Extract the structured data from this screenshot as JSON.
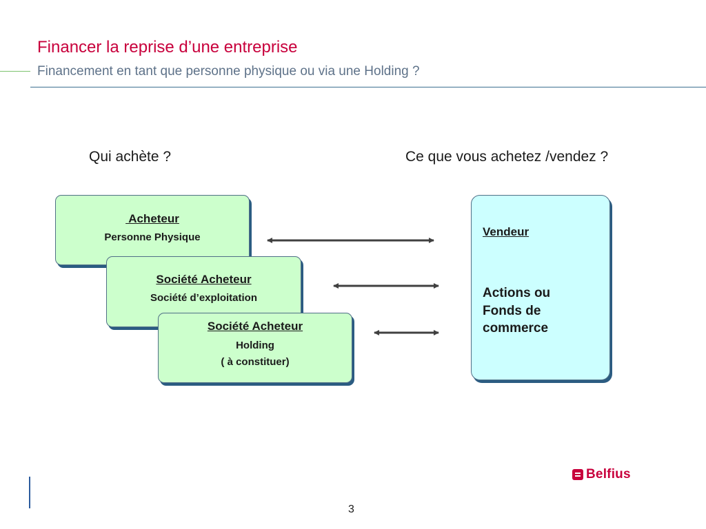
{
  "header": {
    "title": "Financer la reprise d’une entreprise",
    "subtitle": "Financement en tant que personne physique ou via une Holding ?"
  },
  "columns": {
    "left": "Qui achète ?",
    "right": "Ce que vous achetez /vendez ?"
  },
  "buyers": [
    {
      "title": " Acheteur",
      "lines": [
        "Personne Physique"
      ]
    },
    {
      "title": "Société Acheteur",
      "lines": [
        "Société d’exploitation"
      ]
    },
    {
      "title": "Société Acheteur",
      "lines": [
        "Holding",
        "( à constituer)"
      ]
    }
  ],
  "seller": {
    "title": "Vendeur",
    "body": "Actions  ou Fonds de commerce"
  },
  "logo": {
    "text": "Belfius",
    "color": "#c8003c"
  },
  "page_number": "3",
  "colors": {
    "title": "#c8003c",
    "subtitle": "#5e7289",
    "buyer_box": "#ccffcc",
    "seller_box": "#ccffff",
    "box_shadow": "#2b5c82",
    "arrow": "#404040"
  }
}
